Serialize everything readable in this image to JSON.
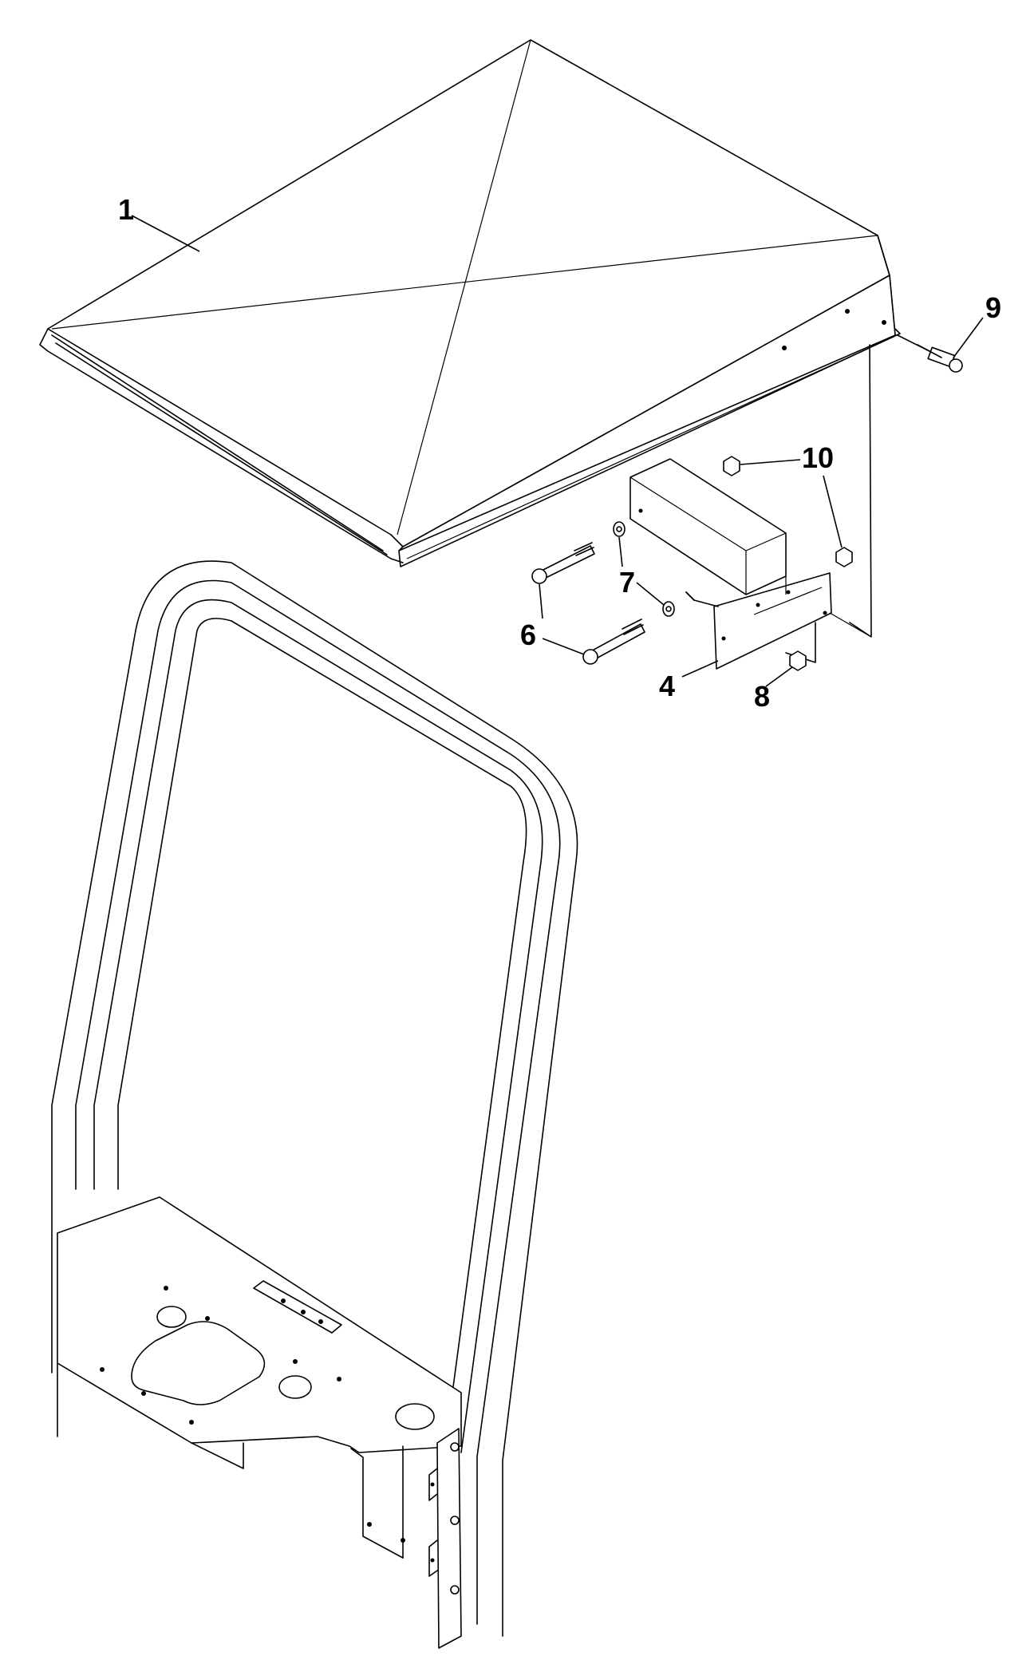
{
  "diagram": {
    "callouts": [
      {
        "id": "c1",
        "label": "1"
      },
      {
        "id": "c4",
        "label": "4"
      },
      {
        "id": "c6",
        "label": "6"
      },
      {
        "id": "c7",
        "label": "7"
      },
      {
        "id": "c8",
        "label": "8"
      },
      {
        "id": "c9",
        "label": "9"
      },
      {
        "id": "c10",
        "label": "10"
      }
    ]
  }
}
